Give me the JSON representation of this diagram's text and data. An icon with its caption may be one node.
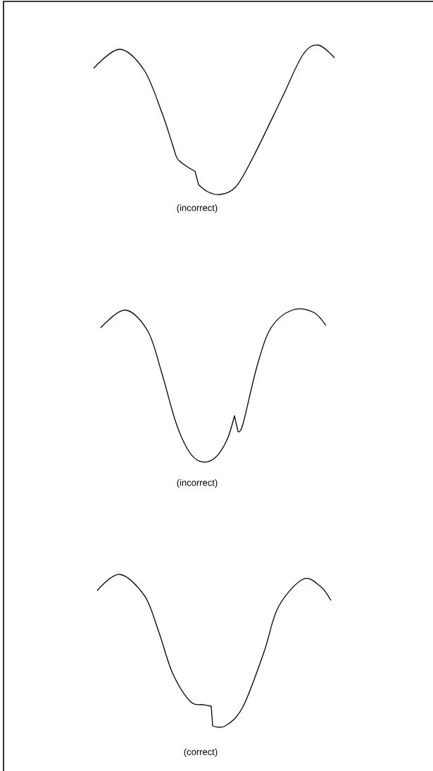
{
  "diagram": {
    "labels": [
      "(incorrect)",
      "(incorrect)",
      "(correct)"
    ]
  }
}
